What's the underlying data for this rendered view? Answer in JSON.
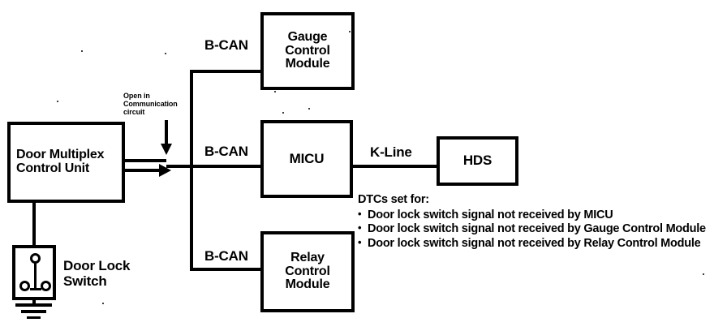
{
  "diagram": {
    "title": "Door Multiplex / B-CAN communication circuit diagram",
    "modules": {
      "door_multiplex_control_unit": "Door Multiplex\nControl Unit",
      "gauge_control_module": "Gauge\nControl\nModule",
      "micu": "MICU",
      "relay_control_module": "Relay\nControl\nModule",
      "hds": "HDS"
    },
    "bus_labels": {
      "bcan_gauge": "B-CAN",
      "bcan_micu": "B-CAN",
      "bcan_relay": "B-CAN",
      "kline": "K-Line"
    },
    "fault_annotation": "Open in\nCommunication\ncircuit",
    "switch": {
      "label": "Door Lock\nSwitch",
      "terminal_count": 3,
      "ground_symbol": "earth-ground"
    },
    "dtc_note": {
      "title": "DTCs set for:",
      "items": [
        "Door lock switch signal not received by MICU",
        "Door lock switch signal not received by Gauge Control Module",
        "Door lock switch signal not received by Relay Control Module"
      ]
    },
    "colors": {
      "ink": "#000000",
      "paper": "#ffffff"
    }
  }
}
